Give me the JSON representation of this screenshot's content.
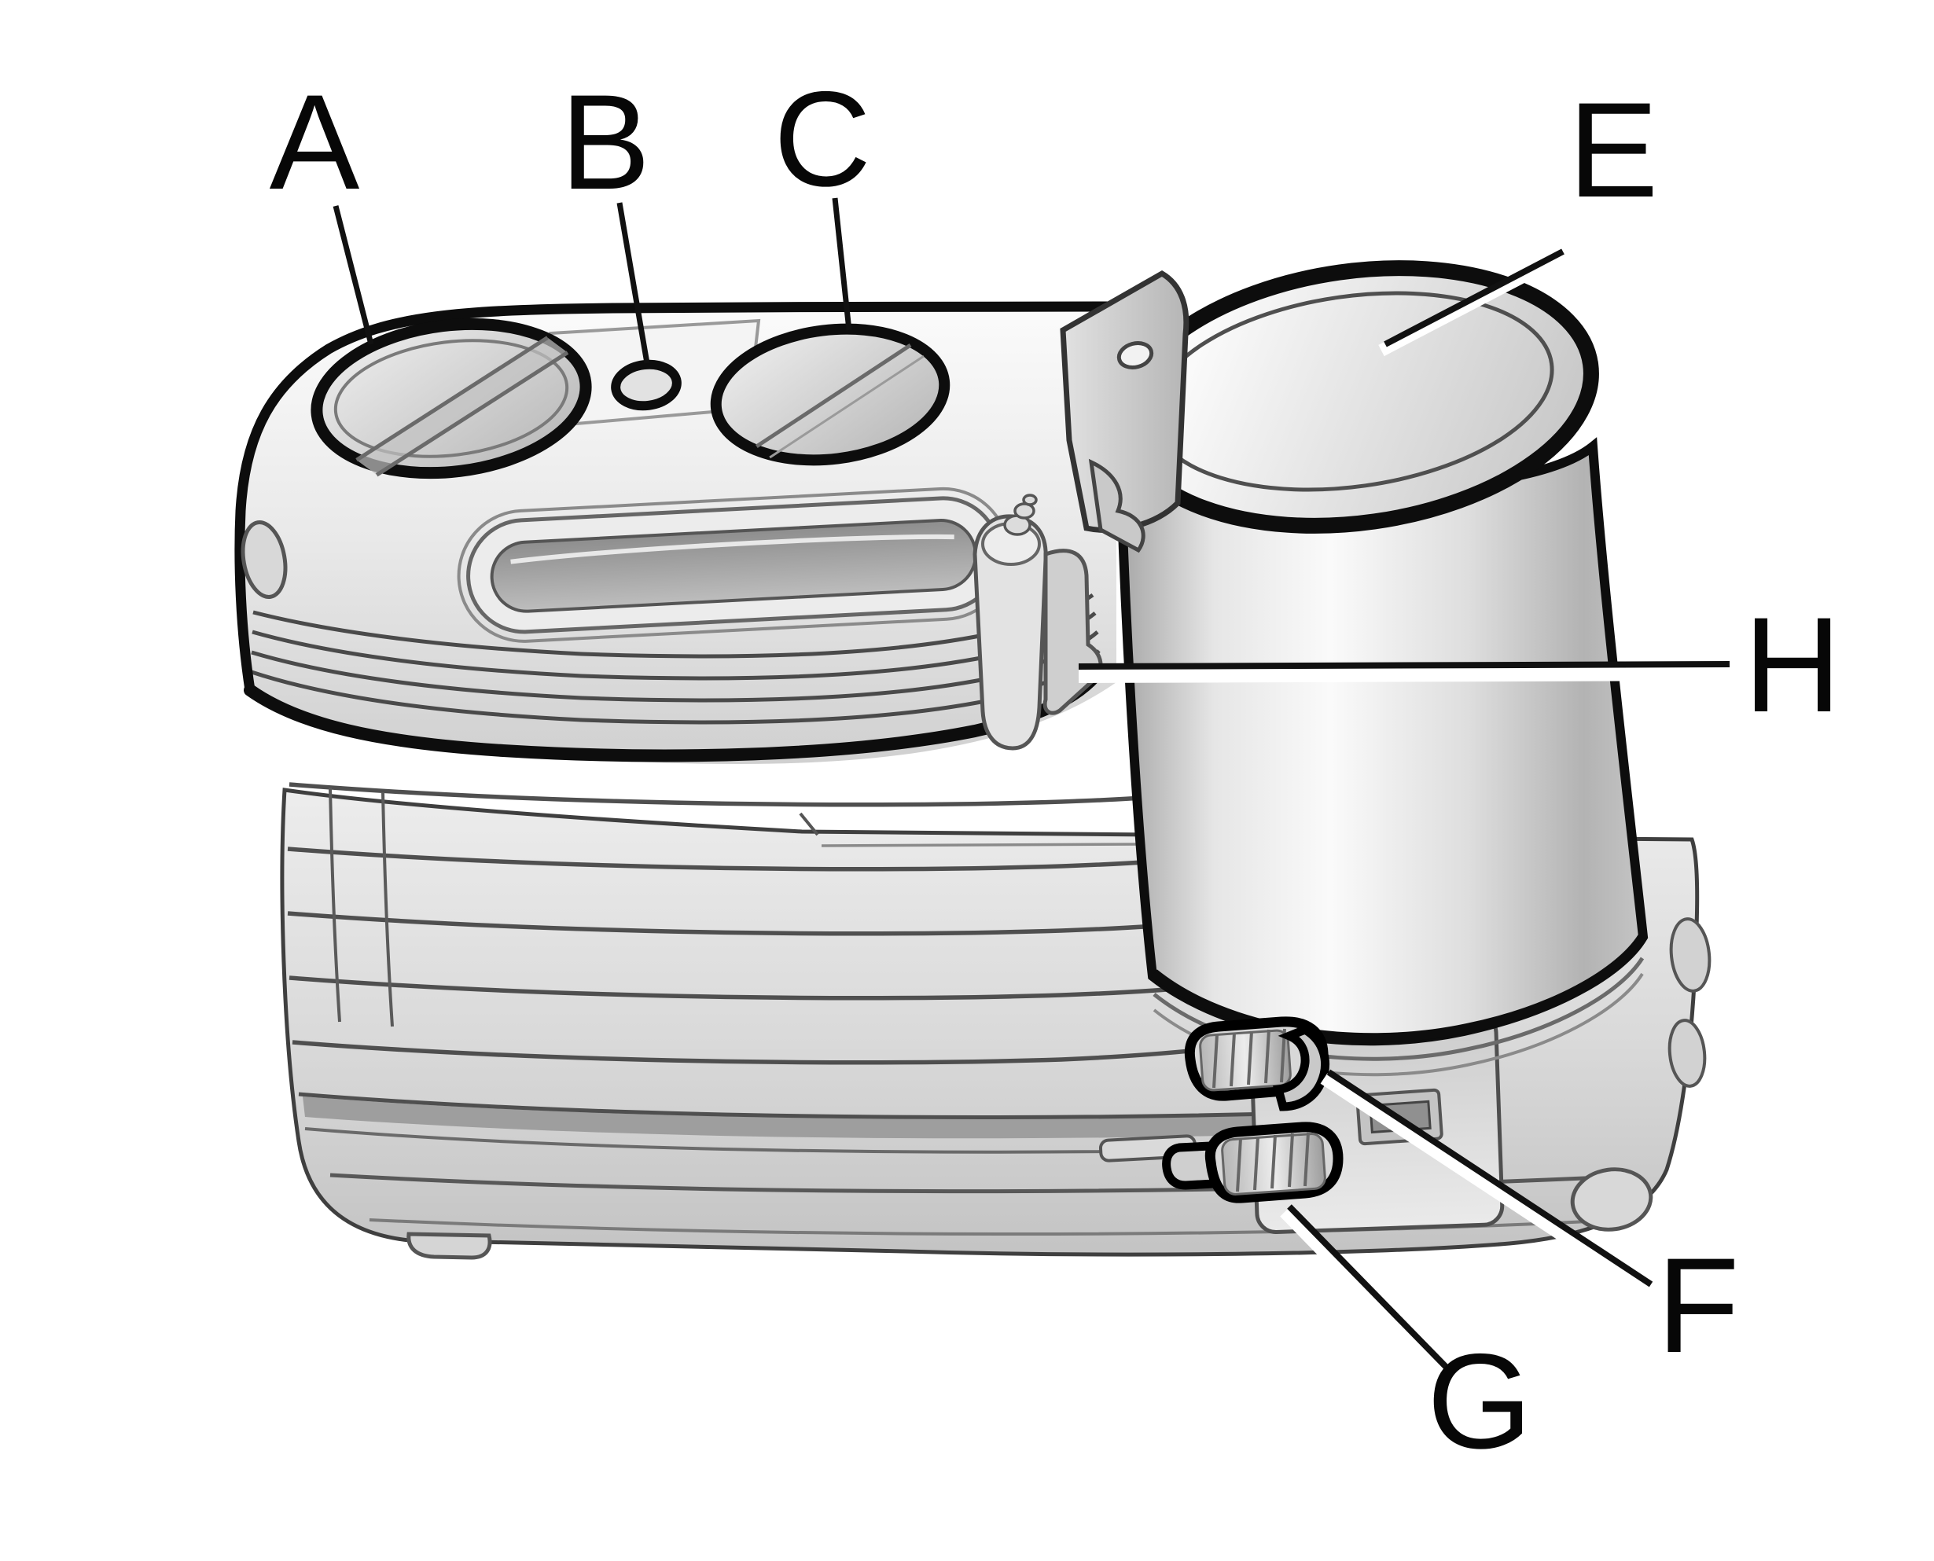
{
  "figure": {
    "background": "#ffffff",
    "ink": "#0a0a0a",
    "callouts": [
      {
        "letter": "A"
      },
      {
        "letter": "B"
      },
      {
        "letter": "C"
      },
      {
        "letter": "E"
      },
      {
        "letter": "H"
      },
      {
        "letter": "F"
      },
      {
        "letter": "G"
      }
    ]
  }
}
